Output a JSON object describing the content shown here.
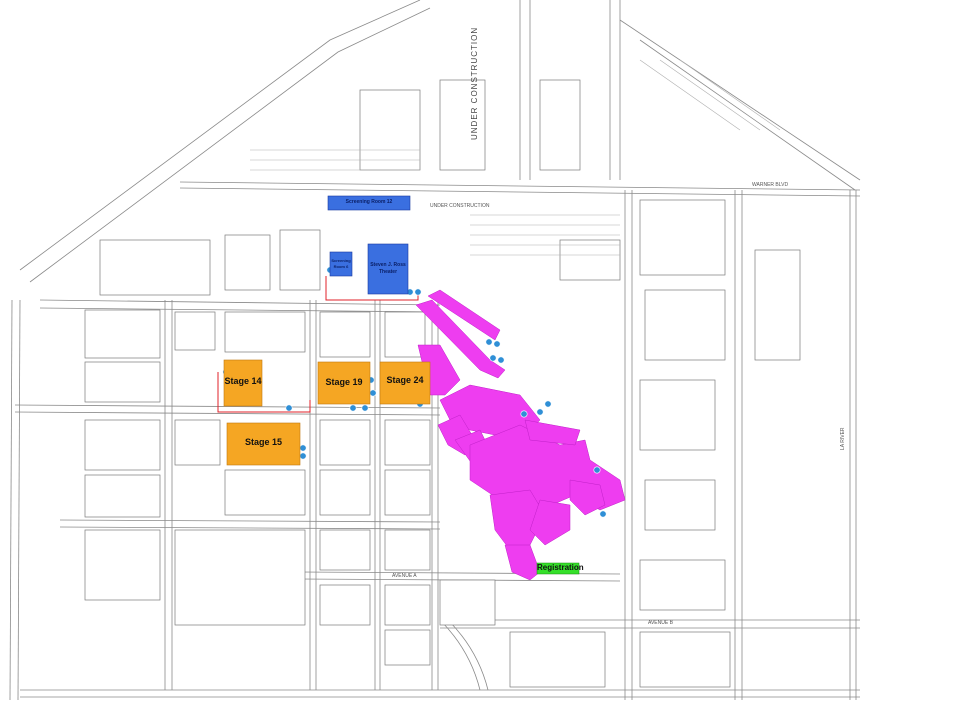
{
  "map": {
    "colors": {
      "stage": "#f5a623",
      "screening": "#3a6fe0",
      "walkway": "#ee3df0",
      "registration": "#35e02a",
      "route": "#e0202a",
      "info": "#2f8fd6"
    },
    "stages": [
      {
        "id": "stage-14",
        "label": "Stage 14"
      },
      {
        "id": "stage-19",
        "label": "Stage 19"
      },
      {
        "id": "stage-24",
        "label": "Stage 24"
      },
      {
        "id": "stage-15",
        "label": "Stage 15"
      }
    ],
    "screening": {
      "room": "Screening Room 12",
      "small": "Screening Room 6",
      "theater": "Steven J. Ross Theater"
    },
    "registration": "Registration",
    "construction": {
      "main": "UNDER CONSTRUCTION",
      "small": "UNDER CONSTRUCTION"
    },
    "streets": {
      "north": "WARNER BLVD",
      "south": "AVENUE B",
      "center": "AVENUE A",
      "east": "LA RIVER"
    },
    "icons": [
      "info-icon",
      "restroom-icon",
      "elevator-icon"
    ]
  }
}
